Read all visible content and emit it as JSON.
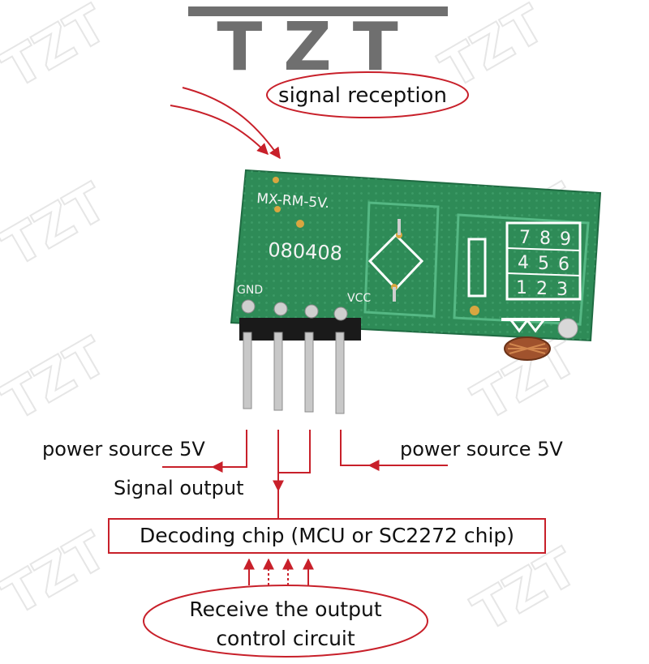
{
  "brand": {
    "logo_text": "TZT",
    "watermark_text": "TZT"
  },
  "colors": {
    "accent_red": "#c8202a",
    "pcb_green": "#2e8b57",
    "logo_gray": "#6f6f6f"
  },
  "board": {
    "model": "MX-RM-5V.",
    "code": "080408",
    "gnd_label": "GND",
    "vcc_label": "VCC",
    "keypad": [
      [
        "7",
        "8",
        "9"
      ],
      [
        "4",
        "5",
        "6"
      ],
      [
        "1",
        "2",
        "3"
      ]
    ]
  },
  "labels": {
    "signal_reception": "signal reception",
    "power_left": "power source 5V",
    "power_right": "power source 5V",
    "signal_output": "Signal output",
    "decoding_chip": "Decoding chip (MCU or SC2272 chip)",
    "receive_line1": "Receive the output",
    "receive_line2": "control circuit"
  }
}
